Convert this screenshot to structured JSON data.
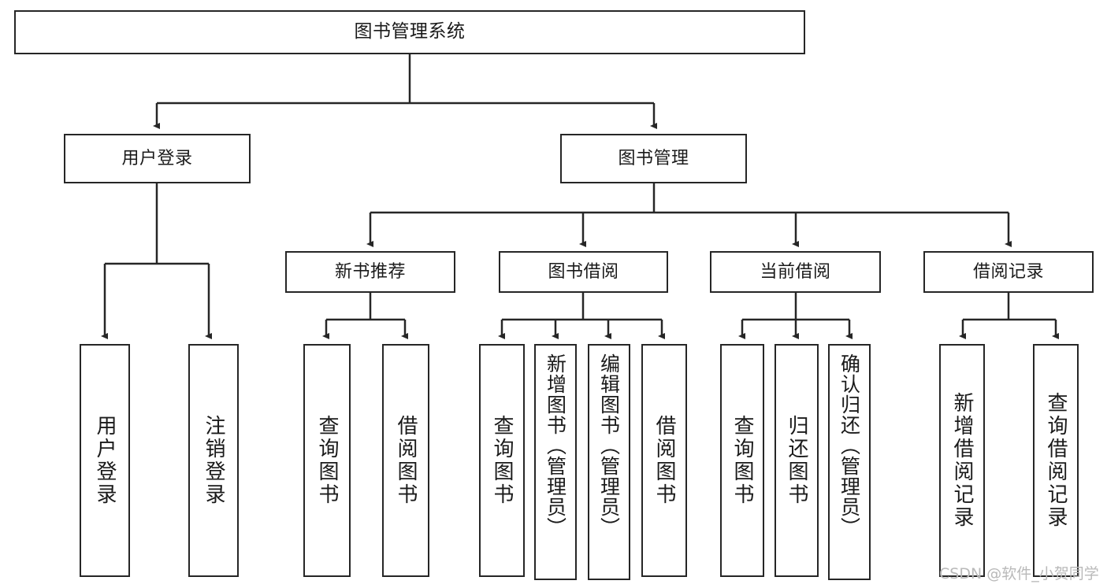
{
  "diagram": {
    "title": "图书管理系统",
    "type": "tree-hierarchy",
    "stroke_color": "#262626",
    "fill_color": "#ffffff",
    "background_color": "#ffffff"
  },
  "root": {
    "label": "图书管理系统"
  },
  "level2": [
    {
      "label": "用户登录"
    },
    {
      "label": "图书管理"
    }
  ],
  "level3": [
    {
      "label": "新书推荐"
    },
    {
      "label": "图书借阅"
    },
    {
      "label": "当前借阅"
    },
    {
      "label": "借阅记录"
    }
  ],
  "leaves": {
    "user_login": [
      {
        "label": "用户登录"
      },
      {
        "label": "注销登录"
      }
    ],
    "new_book": [
      {
        "label": "查询图书"
      },
      {
        "label": "借阅图书"
      }
    ],
    "book_borrow": [
      {
        "label": "查询图书"
      },
      {
        "label": "新增图书（管理员）"
      },
      {
        "label": "编辑图书（管理员）"
      },
      {
        "label": "借阅图书"
      }
    ],
    "current_borrow": [
      {
        "label": "查询图书"
      },
      {
        "label": "归还图书"
      },
      {
        "label": "确认归还（管理员）"
      }
    ],
    "borrow_record": [
      {
        "label": "新增借阅记录"
      },
      {
        "label": "查询借阅记录"
      }
    ]
  },
  "watermark": {
    "text": "CSDN @软件_小贺同学"
  }
}
